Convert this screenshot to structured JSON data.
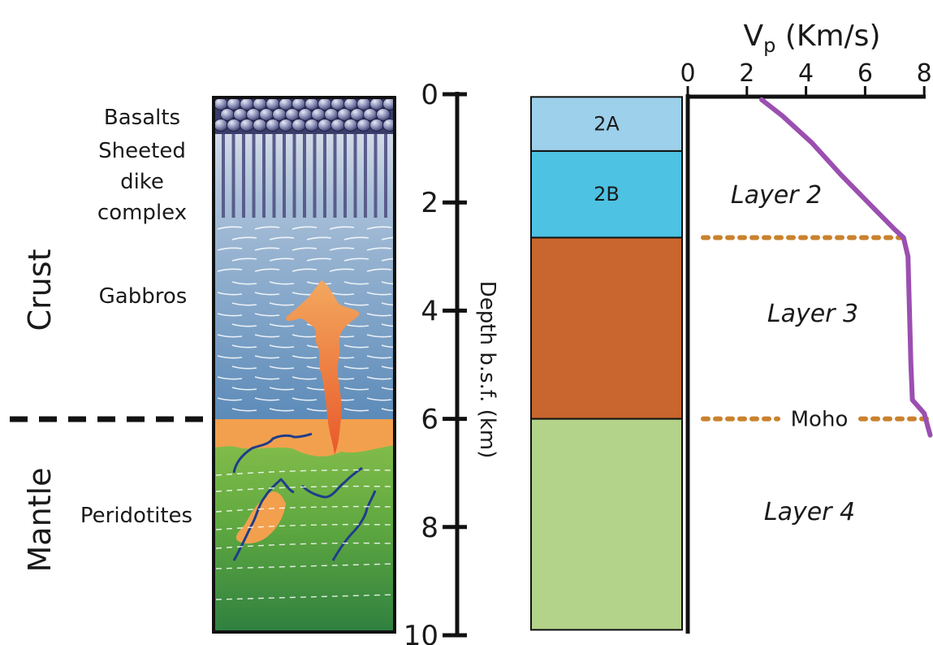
{
  "left_column": {
    "unit_labels": {
      "basalts": "Basalts",
      "sheeted_dike_line1": "Sheeted",
      "sheeted_dike_line2": "dike",
      "sheeted_dike_line3": "complex",
      "gabbros": "Gabbros",
      "peridotites": "Peridotites"
    },
    "region_labels": {
      "crust": "Crust",
      "mantle": "Mantle"
    }
  },
  "depth_axis": {
    "label": "Depth b.s.f. (km)",
    "ticks": [
      "0",
      "2",
      "4",
      "6",
      "8",
      "10"
    ]
  },
  "layer_column": {
    "layers": [
      {
        "label": "2A",
        "color": "#9dd0ea"
      },
      {
        "label": "2B",
        "color": "#4dc2e2"
      },
      {
        "label": "",
        "color": "#c9652e"
      },
      {
        "label": "",
        "color": "#b3d28a"
      }
    ]
  },
  "vp_plot": {
    "title_main": "V",
    "title_sub": "p",
    "title_rest": " (Km/s)",
    "ticks": [
      "0",
      "2",
      "4",
      "6",
      "8"
    ],
    "curve_color": "#9b4fb0",
    "boundary_color": "#c9822e",
    "layer_names": {
      "layer2": "Layer 2",
      "layer3": "Layer 3",
      "layer4": "Layer 4"
    },
    "moho_label": "Moho"
  },
  "chart_data": {
    "type": "line",
    "title": "Vp (Km/s)",
    "ylabel": "Depth b.s.f. (km)",
    "xlim": [
      0,
      8
    ],
    "ylim": [
      10,
      0
    ],
    "series": [
      {
        "x": [
          2.5,
          3.2,
          4.2,
          5.2,
          6.1,
          7.0,
          7.3,
          7.45,
          7.5,
          7.55,
          7.6,
          8.0,
          8.2
        ],
        "y": [
          0.1,
          0.4,
          0.9,
          1.5,
          2.0,
          2.5,
          2.65,
          3.0,
          4.0,
          5.0,
          5.65,
          5.9,
          6.3
        ]
      }
    ],
    "boundaries": [
      {
        "depth": 2.65
      },
      {
        "depth": 6.0,
        "label": "Moho"
      }
    ]
  }
}
